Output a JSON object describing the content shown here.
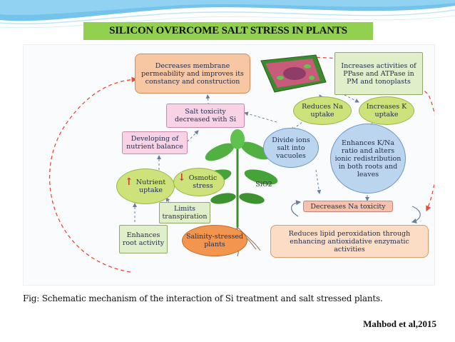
{
  "slide_title": "SILICON OVERCOME SALT STRESS IN PLANTS",
  "caption": "Fig: Schematic mechanism of the interaction of Si treatment and salt stressed plants.",
  "credit": "Mahbod et al,2015",
  "colors": {
    "title_bg": "#92d050",
    "wave": "#5bb8e8",
    "arrow": "#e74c3c"
  },
  "nodes": {
    "membrane": "Decreases membrane permeability and improves its constancy and construction",
    "salt_toxicity": "Salt toxicity decreased with Si",
    "nutrient_balance": "Developing of nutrient balance",
    "nutrient_uptake": "Nutrient uptake",
    "osmotic_stress": "Osmotic stress",
    "limits_transpiration": "Limits transpiration",
    "root_activity": "Enhances root activity",
    "salinity_plants": "Salinity-stressed plants",
    "sio2": "SiO2",
    "pm_activities": "Increases activities of PPase and ATPase in PM and tonoplasts",
    "reduces_na": "Reduces Na uptake",
    "increases_k": "Increases K uptake",
    "divide_ions": "Divide ions salt into vacuoles",
    "kna_ratio": "Enhances K/Na ratio and alters ionic redistribution in both roots and leaves",
    "na_toxicity": "Decreases Na toxicity",
    "lipid_peroxidation": "Reduces lipid peroxidation through enhancing antioxidative enzymatic activities"
  }
}
